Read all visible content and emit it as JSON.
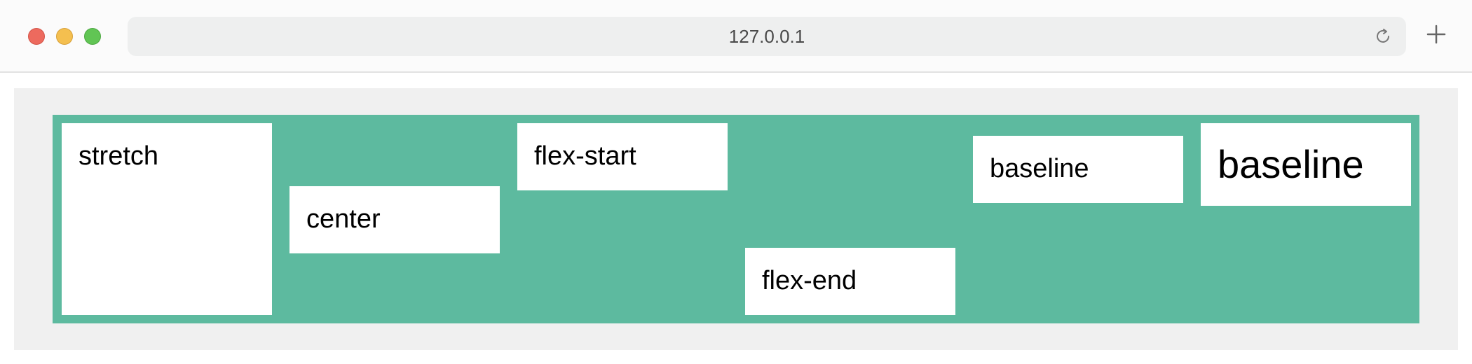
{
  "browser": {
    "url": "127.0.0.1",
    "icons": {
      "close": "close-window-icon",
      "minimize": "minimize-window-icon",
      "zoom": "zoom-window-icon",
      "reload": "reload-icon",
      "new_tab": "plus-icon"
    },
    "colors": {
      "close": "#ed6a5e",
      "minimize": "#f4bf4f",
      "zoom": "#61c554"
    }
  },
  "page": {
    "background": "#f0f0f0",
    "container_color": "#5dba9f",
    "items": [
      {
        "label": "stretch"
      },
      {
        "label": "center"
      },
      {
        "label": "flex-start"
      },
      {
        "label": "flex-end"
      },
      {
        "label": "baseline"
      },
      {
        "label": "baseline"
      }
    ]
  }
}
